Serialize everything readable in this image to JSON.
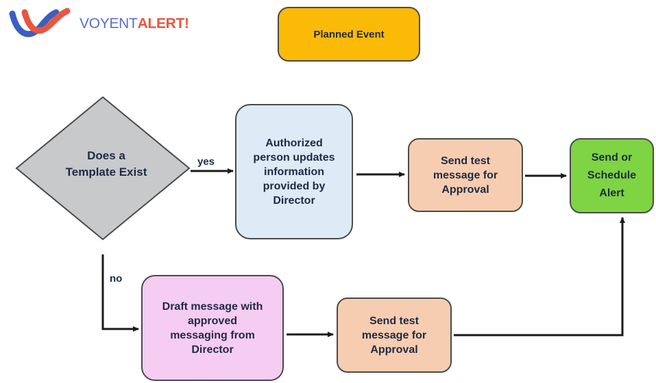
{
  "logo": {
    "word_1": "VOYENT",
    "word_2": "ALERT!",
    "colors": {
      "voyent": "#5b6cc9",
      "alert": "#e8563f"
    }
  },
  "nodes": {
    "planned_event": "Planned Event",
    "decision": "Does a Template Exist",
    "authorized_update": "Authorized person updates information provided by Director",
    "send_test_top": "Send test message for Approval",
    "send_alert": "Send or Schedule Alert",
    "draft_message": "Draft message with approved messaging from Director",
    "send_test_bottom": "Send test message for Approval"
  },
  "edges": {
    "yes_label": "yes",
    "no_label": "no"
  },
  "colors": {
    "planned_event": "#fbba07",
    "decision": "#c8c9cb",
    "authorized_update": "#dcebf6",
    "send_test": "#f6cdb0",
    "send_alert": "#7ed443",
    "draft_message": "#f5ccf2"
  }
}
